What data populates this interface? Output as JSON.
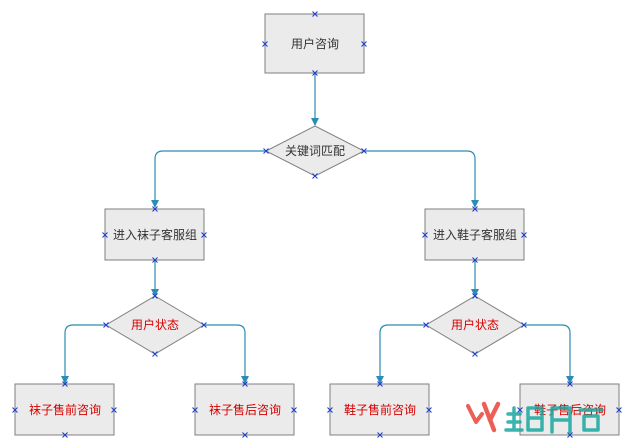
{
  "colors": {
    "node_fill": "#ebebeb",
    "node_stroke": "#7f7f7f",
    "connector": "#2a8db5",
    "port_marker": "#1f3fd0",
    "text_dark": "#333333",
    "text_red": "#d80000",
    "watermark_red": "#e8443a",
    "watermark_teal": "#19a8a0"
  },
  "nodes": {
    "user_consult": {
      "label": "用户咨询"
    },
    "keyword_match": {
      "label": "关键词匹配"
    },
    "socks_group": {
      "label": "进入袜子客服组"
    },
    "shoes_group": {
      "label": "进入鞋子客服组"
    },
    "user_status_left": {
      "label": "用户状态"
    },
    "user_status_right": {
      "label": "用户状态"
    },
    "socks_presale": {
      "label": "袜子售前咨询"
    },
    "socks_aftersale": {
      "label": "袜子售后咨询"
    },
    "shoes_presale": {
      "label": "鞋子售前咨询"
    },
    "shoes_aftersale": {
      "label": "鞋子售后咨询"
    }
  },
  "watermark": {
    "icon": "watermark-logo-icon"
  }
}
